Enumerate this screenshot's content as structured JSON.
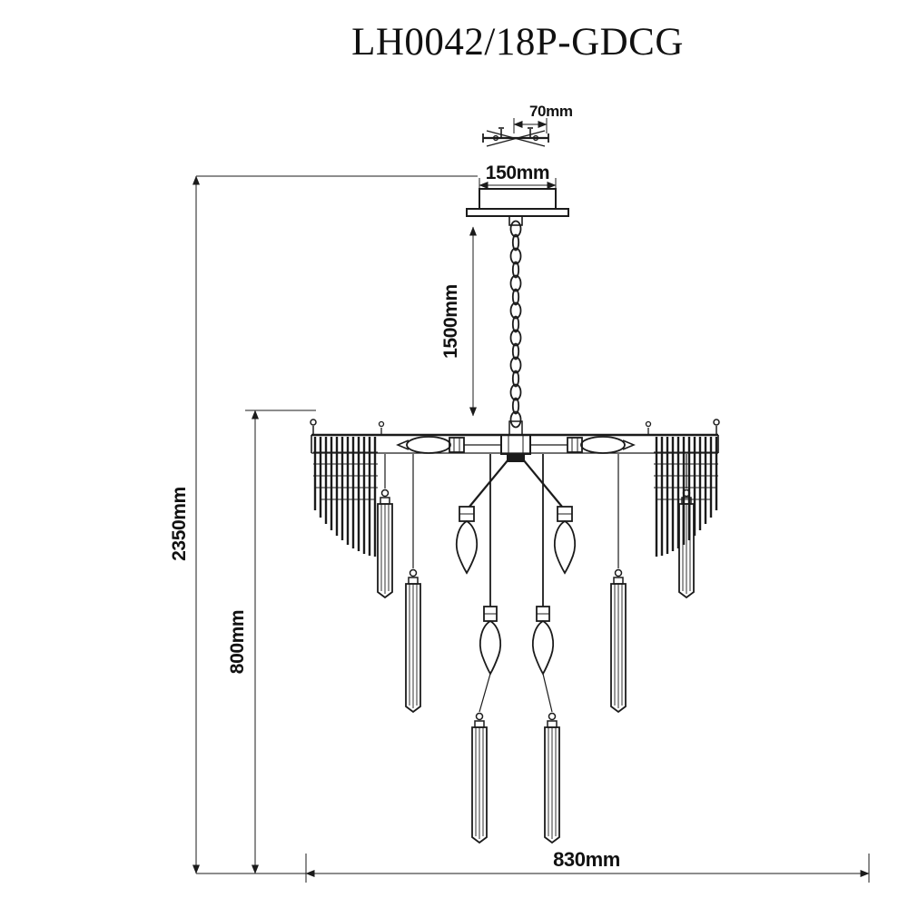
{
  "title": "LH0042/18P-GDCG",
  "dimensions": {
    "bracket_width": "70mm",
    "canopy_width": "150mm",
    "chain_length": "1500mm",
    "overall_height": "2350mm",
    "body_height": "800mm",
    "body_width": "830mm"
  },
  "colors": {
    "line": "#1b1b1b",
    "background": "#ffffff"
  }
}
